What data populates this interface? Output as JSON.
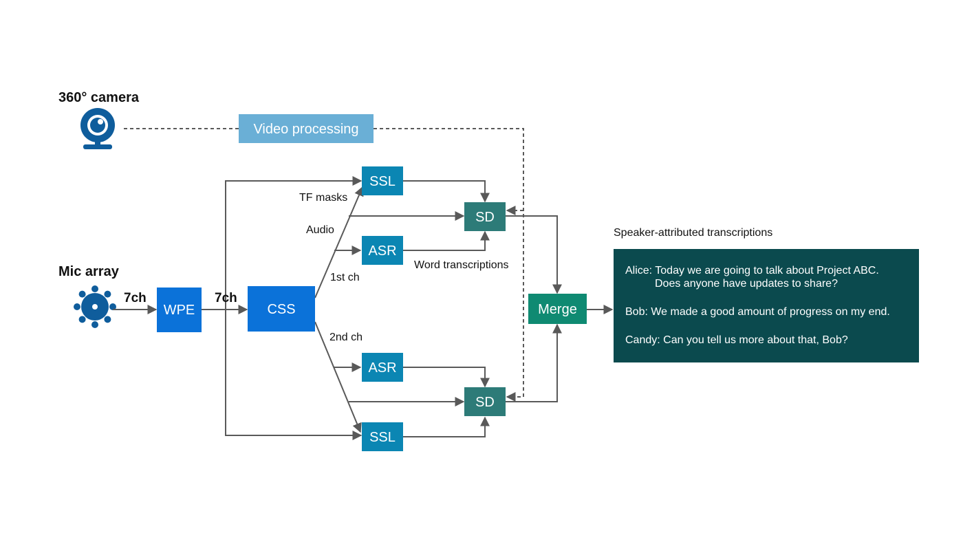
{
  "colors": {
    "wpe": "#0b72d9",
    "css": "#0b72d9",
    "ssl": "#0b86b3",
    "asr": "#0b86b3",
    "sd": "#2d7b78",
    "merge": "#0f8a72",
    "video": "#6aafd6",
    "transcript": "#0b4a4e",
    "device": "#0f5d9c",
    "line": "#595959"
  },
  "headings": {
    "camera": "360° camera",
    "mic": "Mic array"
  },
  "blocks": {
    "video": "Video processing",
    "wpe": "WPE",
    "css": "CSS",
    "ssl_top": "SSL",
    "asr_top": "ASR",
    "sd_top": "SD",
    "merge": "Merge",
    "asr_bottom": "ASR",
    "sd_bottom": "SD",
    "ssl_bottom": "SSL"
  },
  "labels": {
    "ch_in": "7ch",
    "ch_mid": "7ch",
    "tf_masks": "TF masks",
    "audio": "Audio",
    "word_transcriptions": "Word transcriptions",
    "first_ch": "1st ch",
    "second_ch": "2nd ch",
    "output_title": "Speaker-attributed transcriptions"
  },
  "transcript": {
    "lines": [
      "Alice: Today we are going to talk about Project ABC.",
      "Does anyone have updates to share?",
      "Bob: We made a good amount of progress on my end.",
      "Candy: Can you tell us more about that, Bob?"
    ]
  },
  "icons": {
    "camera": "webcam-icon",
    "mic": "microphone-array-icon"
  }
}
